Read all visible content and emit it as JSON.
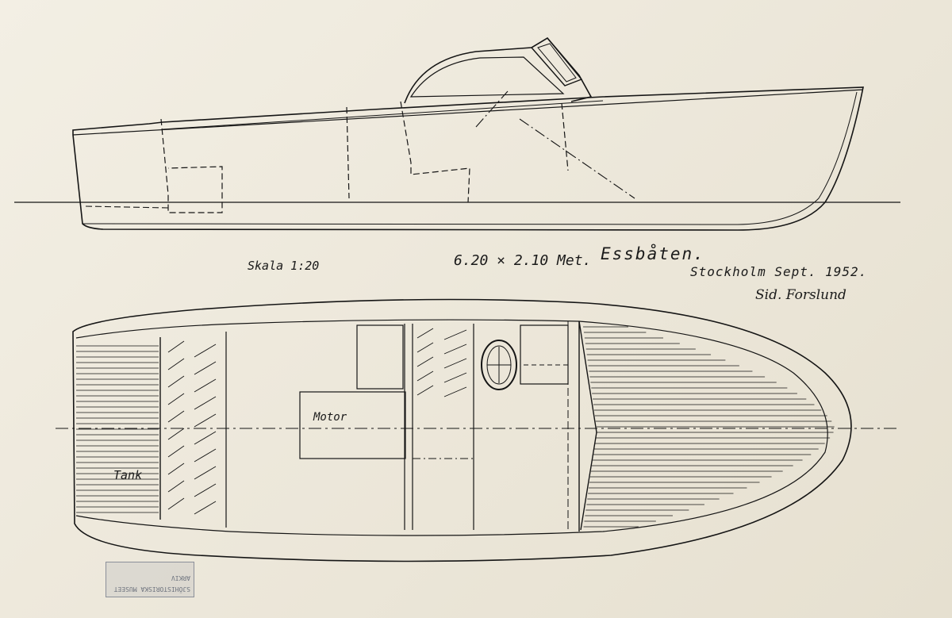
{
  "drawing": {
    "scale": "Skala 1:20",
    "dimensions": "6.20 × 2.10 Met.",
    "boat_name": "Essbåten.",
    "place_date": "Stockholm Sept. 1952.",
    "signature": "Sid. Forslund",
    "motor_label": "Motor",
    "tank_label": "Tank"
  },
  "stamp": {
    "line1": "SJÖHISTORISKA MUSEET",
    "line2": "ARKIV"
  },
  "colors": {
    "paper": "#efeadd",
    "ink": "#151515",
    "stamp": "#8b8f99"
  }
}
